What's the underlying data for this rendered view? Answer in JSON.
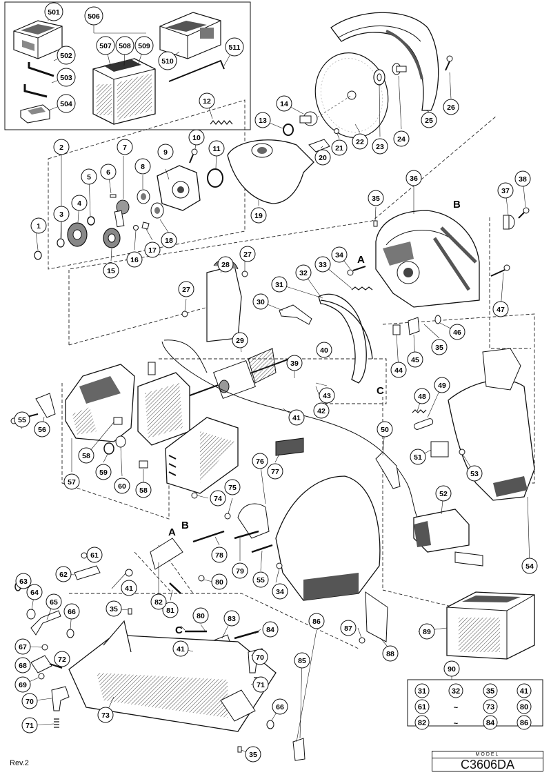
{
  "diagram": {
    "revision": "Rev.2",
    "model_label": "MODEL",
    "model_name": "C3606DA",
    "section_letters": [
      "A",
      "B",
      "C"
    ],
    "set_box": {
      "title": "90",
      "rows": [
        [
          "31",
          "32",
          "35",
          "41"
        ],
        [
          "61",
          "~",
          "73",
          "80"
        ],
        [
          "82",
          "~",
          "84",
          "86"
        ]
      ]
    },
    "callouts": [
      "1",
      "2",
      "3",
      "4",
      "5",
      "6",
      "7",
      "8",
      "9",
      "10",
      "11",
      "12",
      "13",
      "14",
      "15",
      "16",
      "17",
      "18",
      "19",
      "20",
      "21",
      "22",
      "23",
      "24",
      "25",
      "26",
      "27",
      "27",
      "28",
      "29",
      "30",
      "31",
      "32",
      "33",
      "34",
      "34",
      "35",
      "35",
      "35",
      "35",
      "36",
      "37",
      "38",
      "39",
      "40",
      "41",
      "41",
      "41",
      "42",
      "43",
      "44",
      "45",
      "46",
      "47",
      "48",
      "49",
      "50",
      "51",
      "52",
      "53",
      "54",
      "55",
      "55",
      "56",
      "57",
      "58",
      "58",
      "59",
      "60",
      "61",
      "62",
      "63",
      "64",
      "65",
      "66",
      "66",
      "67",
      "68",
      "69",
      "70",
      "70",
      "71",
      "71",
      "72",
      "73",
      "74",
      "75",
      "76",
      "77",
      "78",
      "79",
      "80",
      "80",
      "81",
      "82",
      "83",
      "84",
      "85",
      "86",
      "87",
      "88",
      "89",
      "501",
      "502",
      "503",
      "504",
      "506",
      "507",
      "508",
      "509",
      "510",
      "511"
    ]
  }
}
